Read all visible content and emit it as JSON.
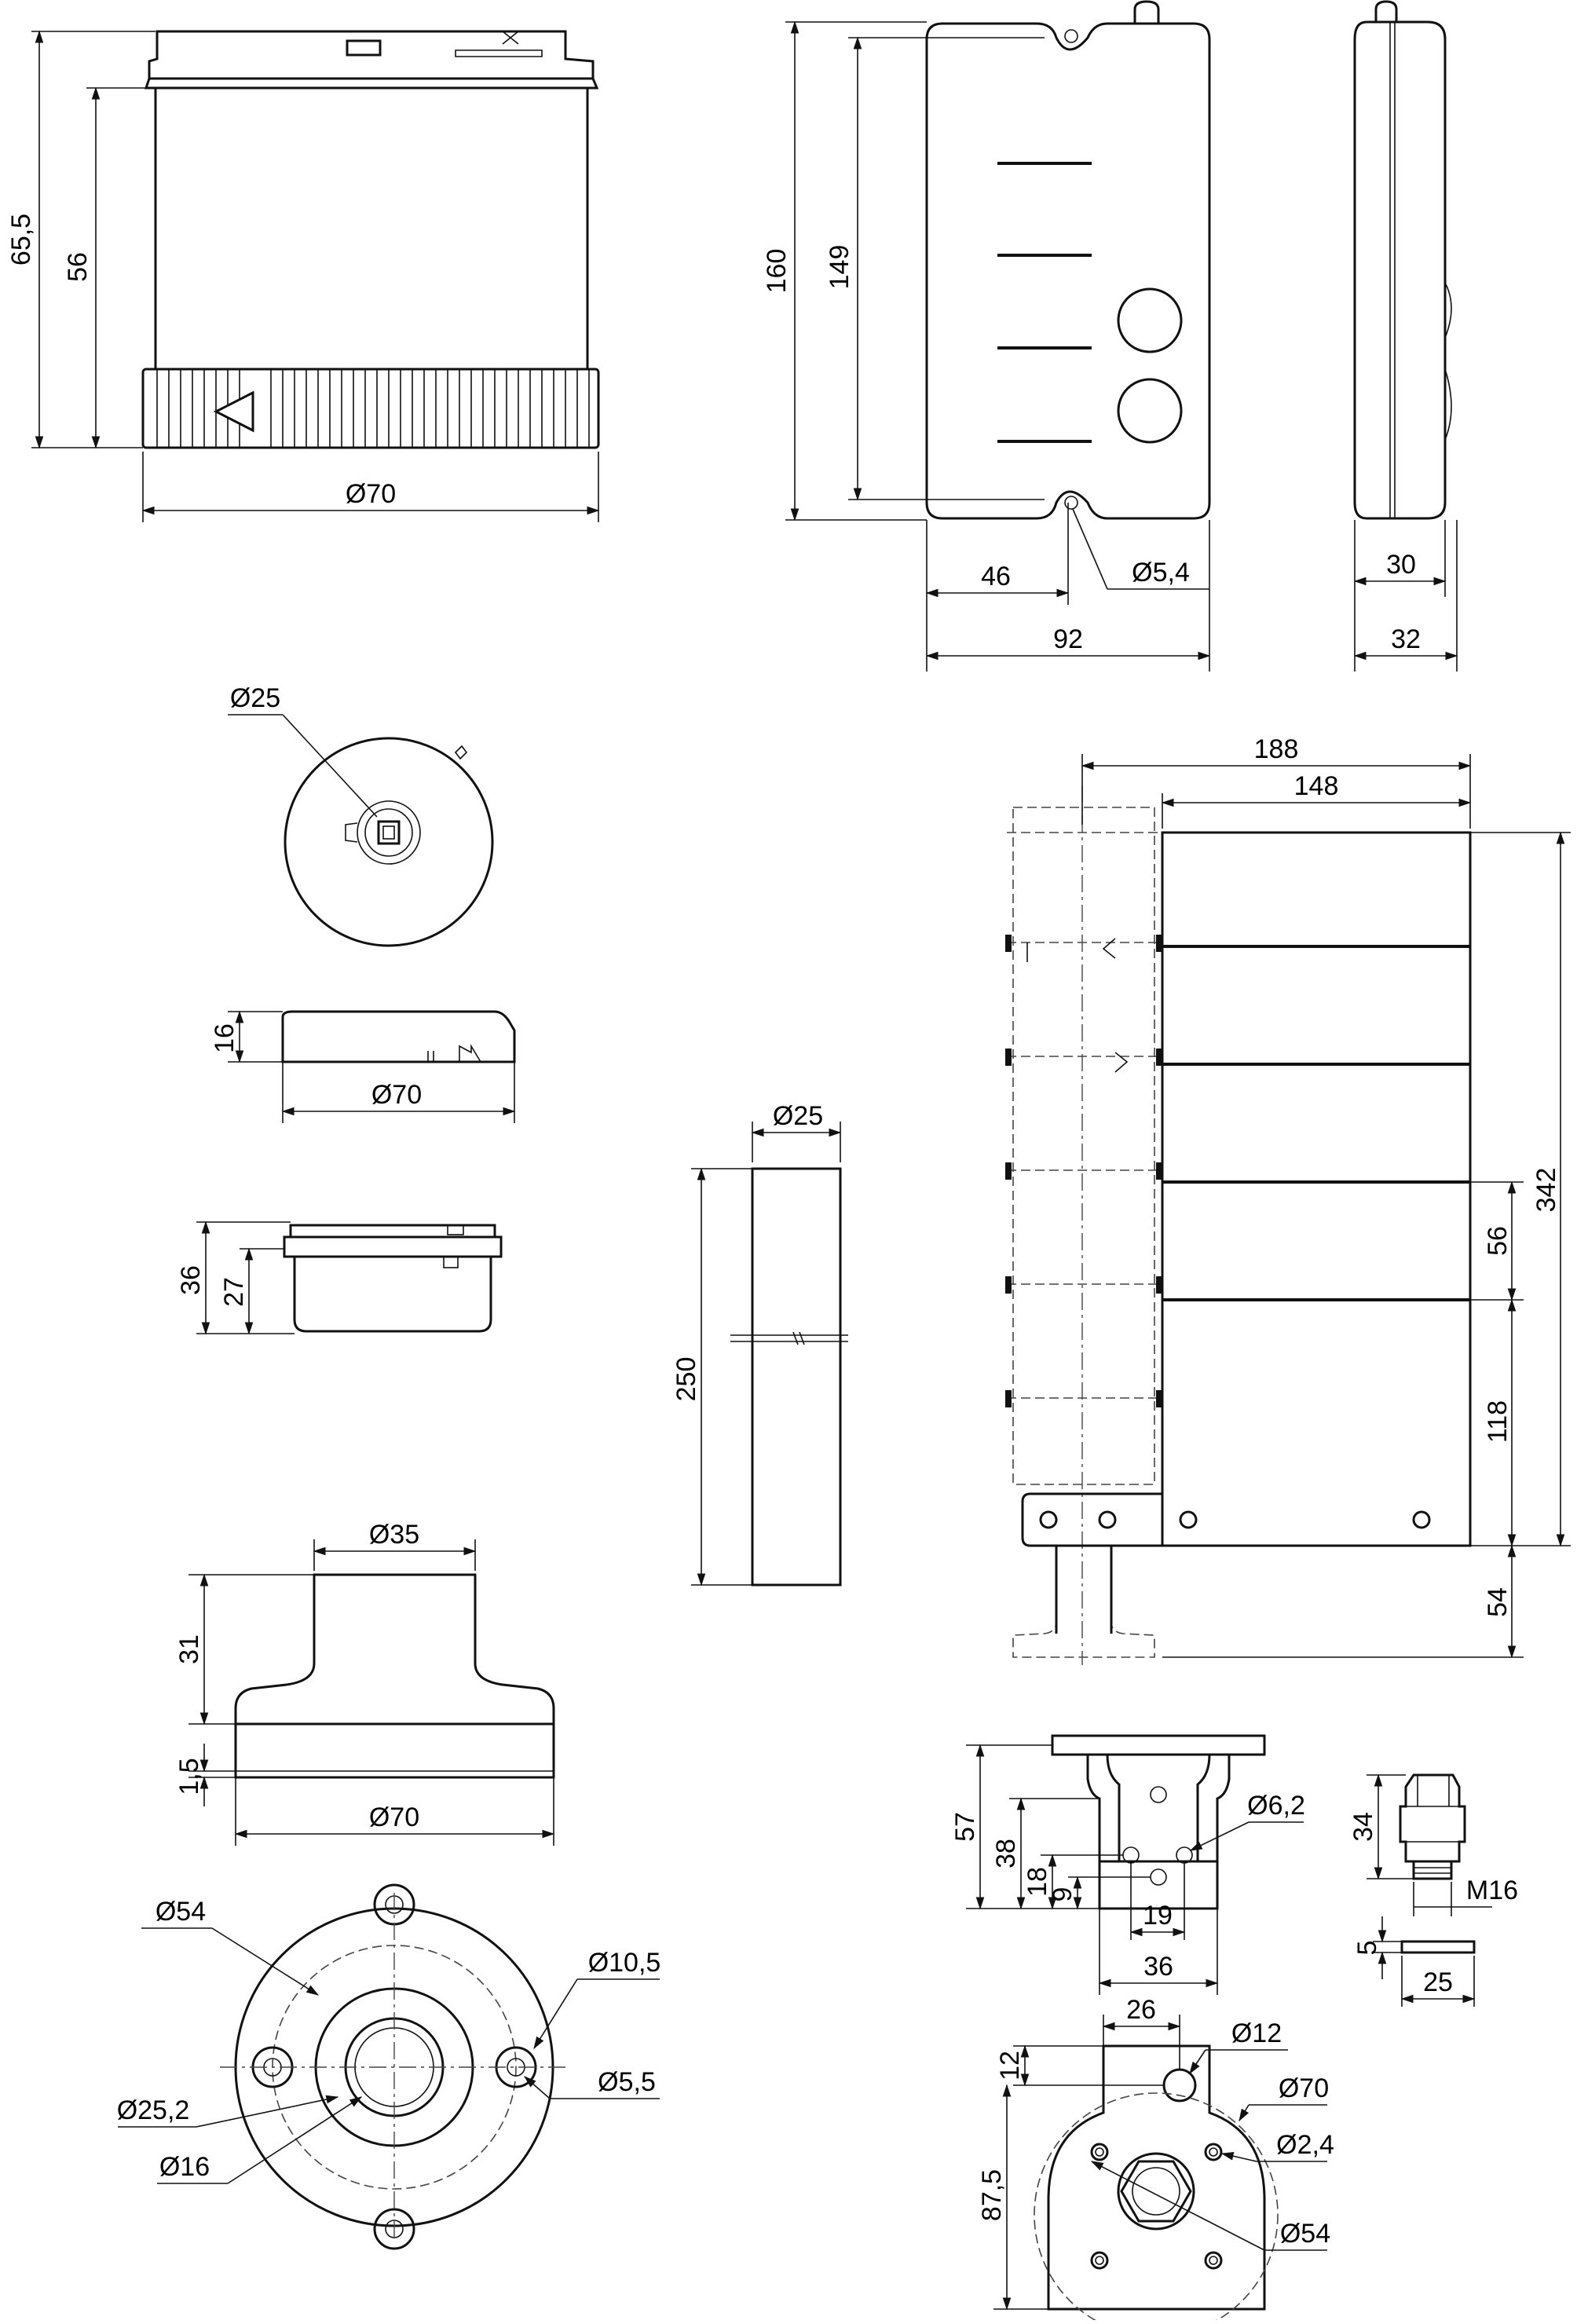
{
  "colors": {
    "line": "#111111",
    "background": "#ffffff",
    "hidden": "#444444"
  },
  "dims": {
    "mod_side_h1": "65,5",
    "mod_side_h2": "56",
    "mod_side_dia": "Ø70",
    "front_h1": "160",
    "front_h2": "149",
    "front_w1": "46",
    "front_hole": "Ø5,4",
    "front_w2": "92",
    "side_w1": "30",
    "side_w2": "32",
    "top_dia": "Ø25",
    "cap_h": "16",
    "cap_dia": "Ø70",
    "buz_h1": "36",
    "buz_h2": "27",
    "pole_dia": "Ø25",
    "pole_len": "250",
    "col_w1": "188",
    "col_w2": "148",
    "col_h": "342",
    "col_mod": "56",
    "col_base": "118",
    "col_bottom": "54",
    "fb_dia_top": "Ø35",
    "fb_h": "31",
    "fb_plate": "1,5",
    "fb_dia": "Ø70",
    "fl_d54": "Ø54",
    "fl_d105": "Ø10,5",
    "fl_d55": "Ø5,5",
    "fl_d252": "Ø25,2",
    "fl_d16": "Ø16",
    "br_57": "57",
    "br_38": "38",
    "br_18": "18",
    "br_9": "9",
    "br_d62": "Ø6,2",
    "br_19": "19",
    "br_36": "36",
    "gl_34": "34",
    "gl_m16": "M16",
    "nut_5": "5",
    "nut_25": "25",
    "wb_26": "26",
    "wb_12": "12",
    "wb_d12": "Ø12",
    "wb_d70": "Ø70",
    "wb_d24": "Ø2,4",
    "wb_875": "87,5",
    "wb_d54": "Ø54"
  }
}
